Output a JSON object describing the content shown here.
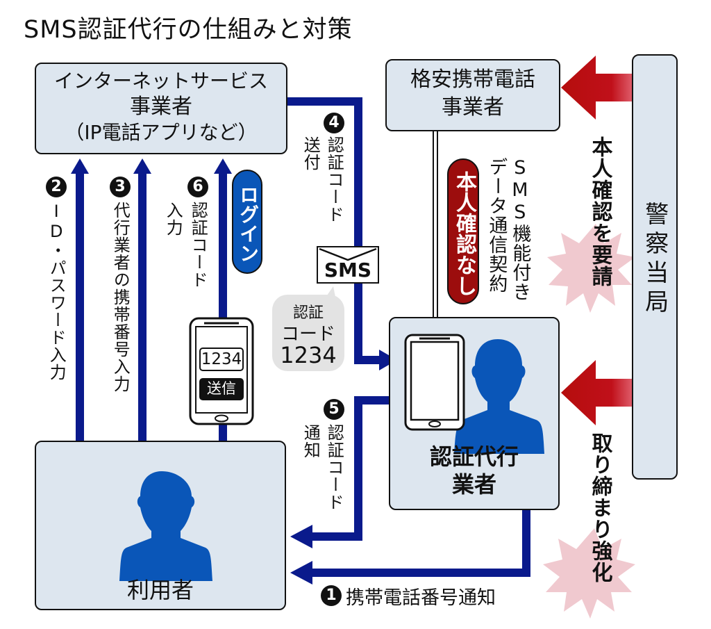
{
  "title": "SMS認証代行の仕組みと対策",
  "colors": {
    "box_fill": "#dde6ef",
    "arrow_navy": "#0a1a8c",
    "person_blue": "#0a56b8",
    "alert_red": "#b50d0d",
    "burst_pink": "#f0c9cf",
    "bubble_gray": "#e3e3e3"
  },
  "nodes": {
    "internet_provider": {
      "line1": "インターネットサービス",
      "line2": "事業者",
      "line3": "（IP電話アプリなど）"
    },
    "mvno": {
      "line1": "格安携帯電話",
      "line2": "事業者"
    },
    "user": {
      "label": "利用者"
    },
    "agent": {
      "line1": "認証代行",
      "line2": "業者"
    },
    "police": {
      "label": "警察当局"
    }
  },
  "steps": [
    {
      "number": "1",
      "label": "携帯電話番号通知"
    },
    {
      "number": "2",
      "label": "ID・パスワード入力"
    },
    {
      "number": "3",
      "label": "代行業者の携帯番号入力"
    },
    {
      "number": "4",
      "label_col1": "認証コード",
      "label_col2": "送付"
    },
    {
      "number": "5",
      "label_col1": "認証コード",
      "label_col2": "通知"
    },
    {
      "number": "6",
      "label_col1": "認証コード",
      "label_col2": "入力"
    }
  ],
  "login_badge": "ログイン",
  "phone": {
    "code": "1234",
    "send_button": "送信"
  },
  "sms_envelope": "SMS",
  "bubble": {
    "line1": "認証",
    "line2": "コード",
    "line3": "1234"
  },
  "contract": {
    "col1": "SMS機能付き",
    "col2": "データ通信契約"
  },
  "no_id_check": "本人確認なし",
  "police_actions": [
    {
      "label": "本人確認を要請"
    },
    {
      "label": "取り締まり強化"
    }
  ]
}
